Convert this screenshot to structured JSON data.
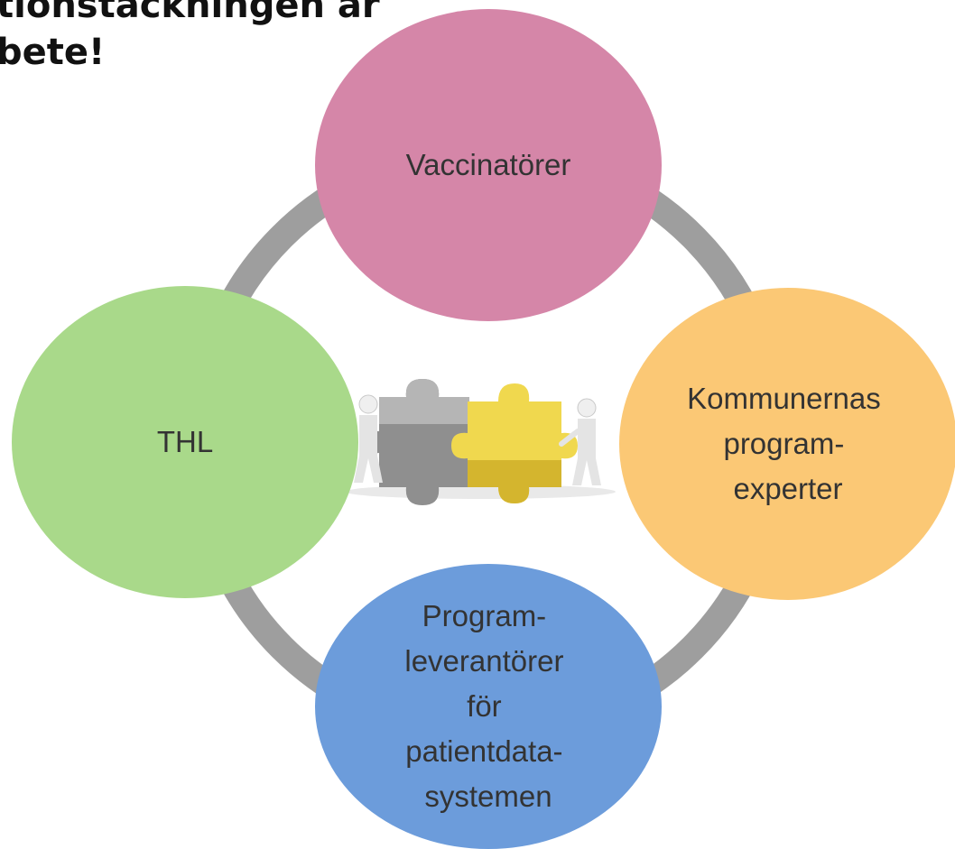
{
  "heading": {
    "line1": "tionstäckningen är",
    "line2": "bete!"
  },
  "nodes": [
    {
      "id": "vaccinators",
      "lines": [
        "Vaccinatörer"
      ],
      "color": "#d586a8"
    },
    {
      "id": "municipal-experts",
      "lines": [
        "Kommunernas",
        "program-",
        "experter"
      ],
      "color": "#fbc875"
    },
    {
      "id": "software-vendors",
      "lines": [
        "Program-",
        "leverantörer",
        "för",
        "patientdata-",
        "systemen"
      ],
      "color": "#6c9cdb"
    },
    {
      "id": "thl",
      "lines": [
        "THL"
      ],
      "color": "#a9d98a"
    }
  ],
  "center_image": {
    "icon": "puzzle-collaboration-icon",
    "colors": {
      "gray_piece": "#8f8f8f",
      "yellow_piece": "#f0d84e"
    }
  },
  "ring_color": "#9e9e9e"
}
